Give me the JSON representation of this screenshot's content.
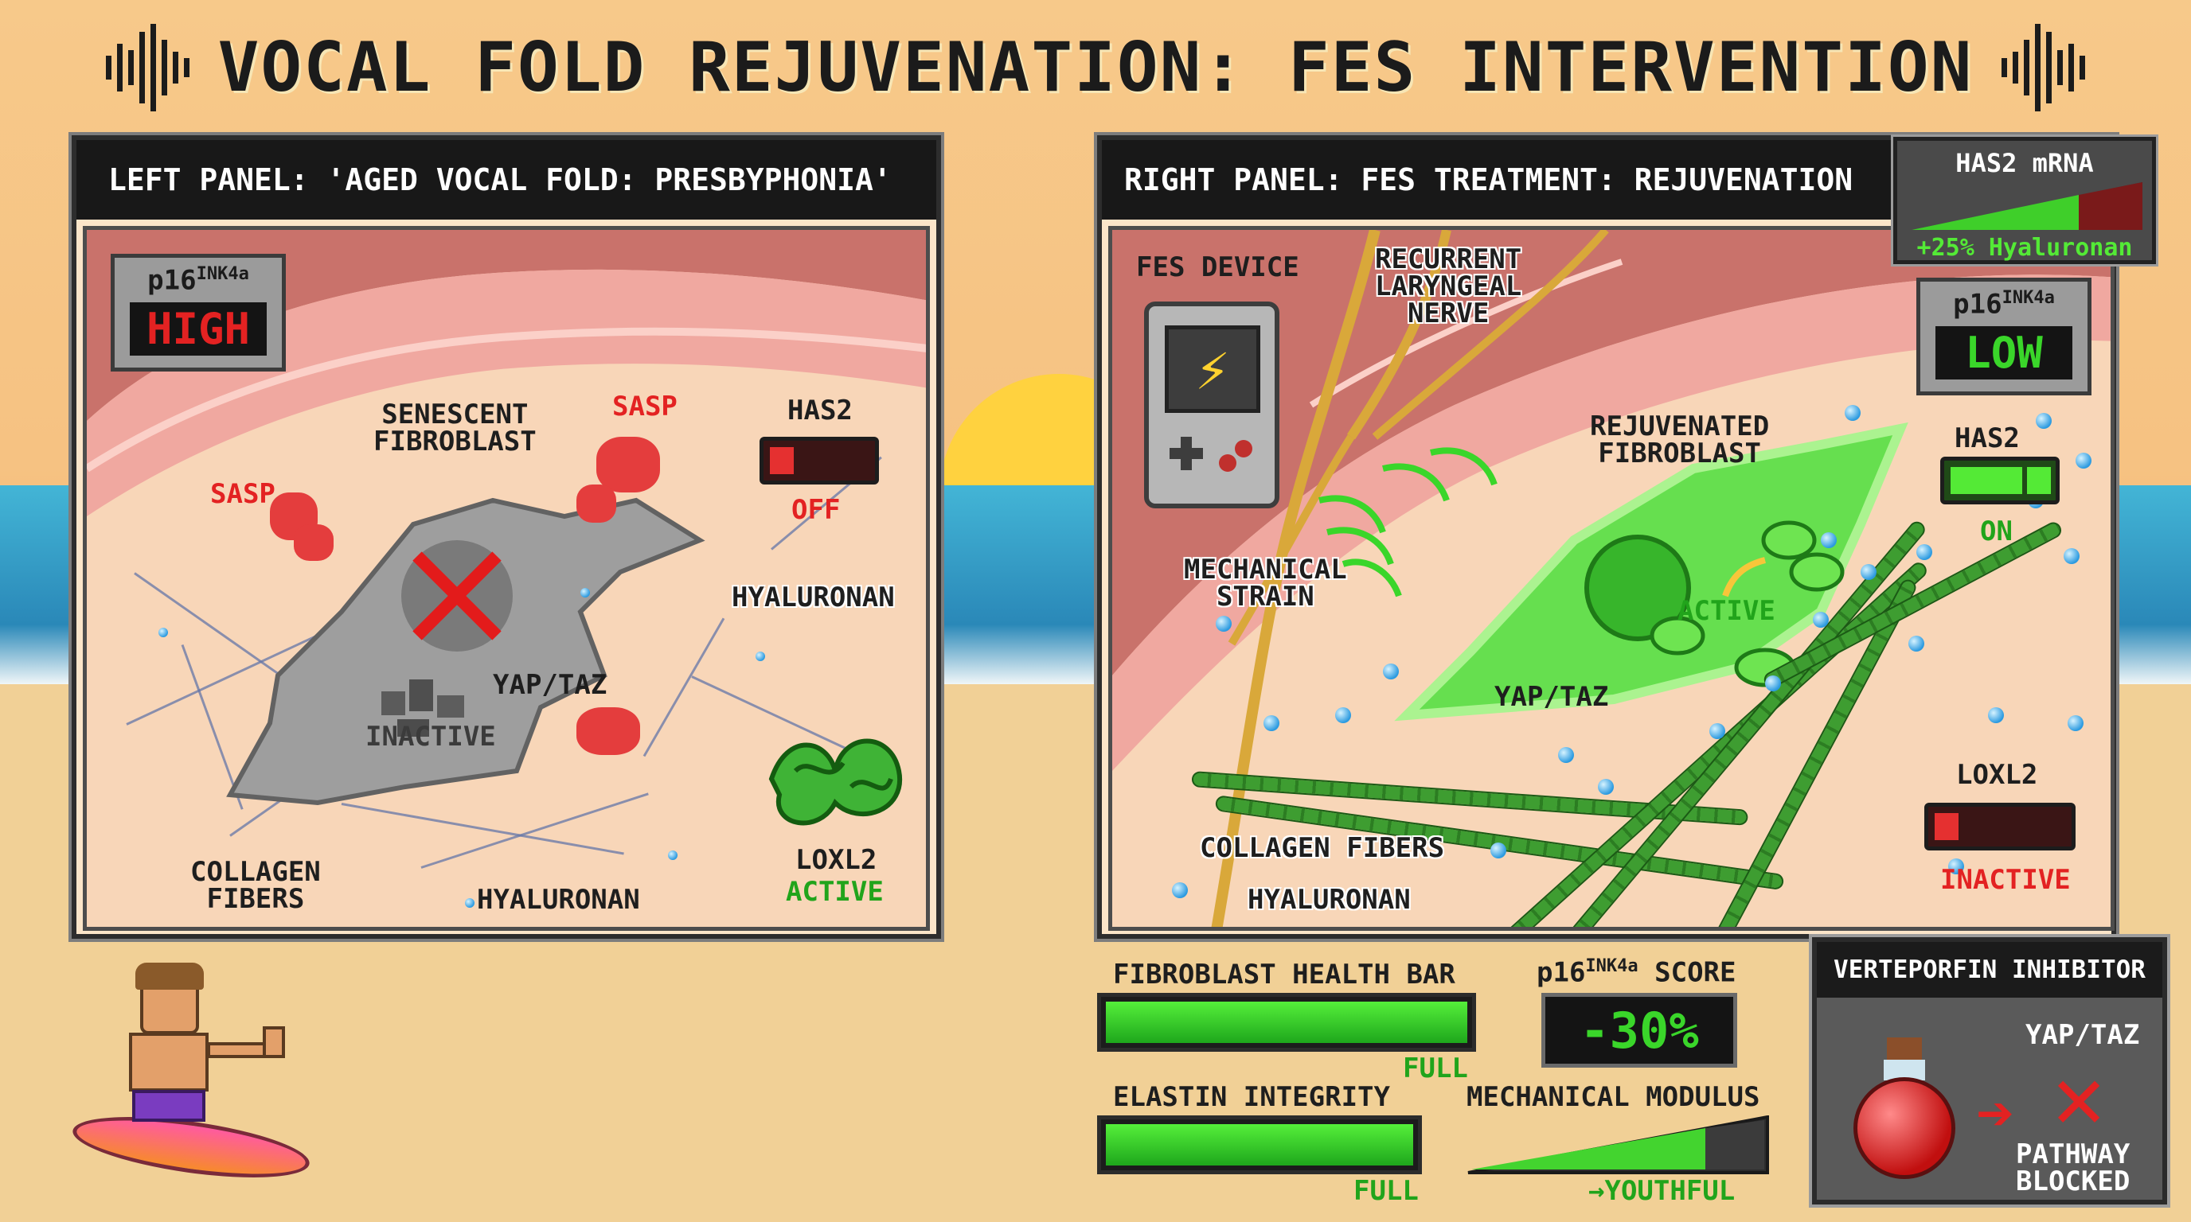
{
  "title": "VOCAL FOLD REJUVENATION: FES INTERVENTION",
  "colors": {
    "alert_red": "#e32222",
    "healthy_green": "#3ad62a",
    "hyaluronan_blue": "#2b9ae0",
    "panel_dark": "#181818"
  },
  "left_panel": {
    "header": "LEFT PANEL: 'AGED VOCAL FOLD: PRESBYPHONIA'",
    "p16": {
      "label_main": "p16",
      "label_sup": "INK4a",
      "value": "HIGH"
    },
    "cell_label": [
      "SENESCENT",
      "FIBROBLAST"
    ],
    "sasp_1": "SASP",
    "sasp_2": "SASP",
    "has2": {
      "label": "HAS2",
      "state": "OFF"
    },
    "hyaluronan_1": "HYALURONAN",
    "hyaluronan_2": "HYALURONAN",
    "yap_taz": "YAP/TAZ",
    "inactive": "INACTIVE",
    "collagen": [
      "COLLAGEN",
      "FIBERS"
    ],
    "loxl2": {
      "label": "LOXL2",
      "state": "ACTIVE"
    }
  },
  "right_panel": {
    "header": "RIGHT PANEL: FES TREATMENT: REJUVENATION",
    "has2_mrna": {
      "label": "HAS2 mRNA",
      "caption": "+25% Hyaluronan"
    },
    "p16": {
      "label_main": "p16",
      "label_sup": "INK4a",
      "value": "LOW"
    },
    "fes_device": "FES DEVICE",
    "nerve": [
      "RECURRENT",
      "LARYNGEAL",
      "NERVE"
    ],
    "cell_label": [
      "REJUVENATED",
      "FIBROBLAST"
    ],
    "has2": {
      "label": "HAS2",
      "state": "ON"
    },
    "mechanical_strain": [
      "MECHANICAL",
      "STRAIN"
    ],
    "active": "ACTIVE",
    "yap_taz": "YAP/TAZ",
    "collagen": "COLLAGEN FIBERS",
    "hyaluronan": "HYALURONAN",
    "loxl2": {
      "label": "LOXL2",
      "state": "INACTIVE"
    }
  },
  "stats": {
    "fibroblast_health": {
      "label": "FIBROBLAST HEALTH BAR",
      "status": "FULL",
      "level": 1.0
    },
    "p16_score": {
      "label_main": "p16",
      "label_sup": "INK4a",
      "label_tail": " SCORE",
      "value": "-30%"
    },
    "elastin": {
      "label": "ELASTIN INTEGRITY",
      "status": "FULL",
      "level": 1.0
    },
    "mechanical_modulus": {
      "label": "MECHANICAL MODULUS",
      "status": "YOUTHFUL",
      "arrow": "→"
    }
  },
  "inhibitor": {
    "title": "VERTEPORFIN INHIBITOR",
    "target": "YAP/TAZ",
    "result": [
      "PATHWAY",
      "BLOCKED"
    ]
  }
}
